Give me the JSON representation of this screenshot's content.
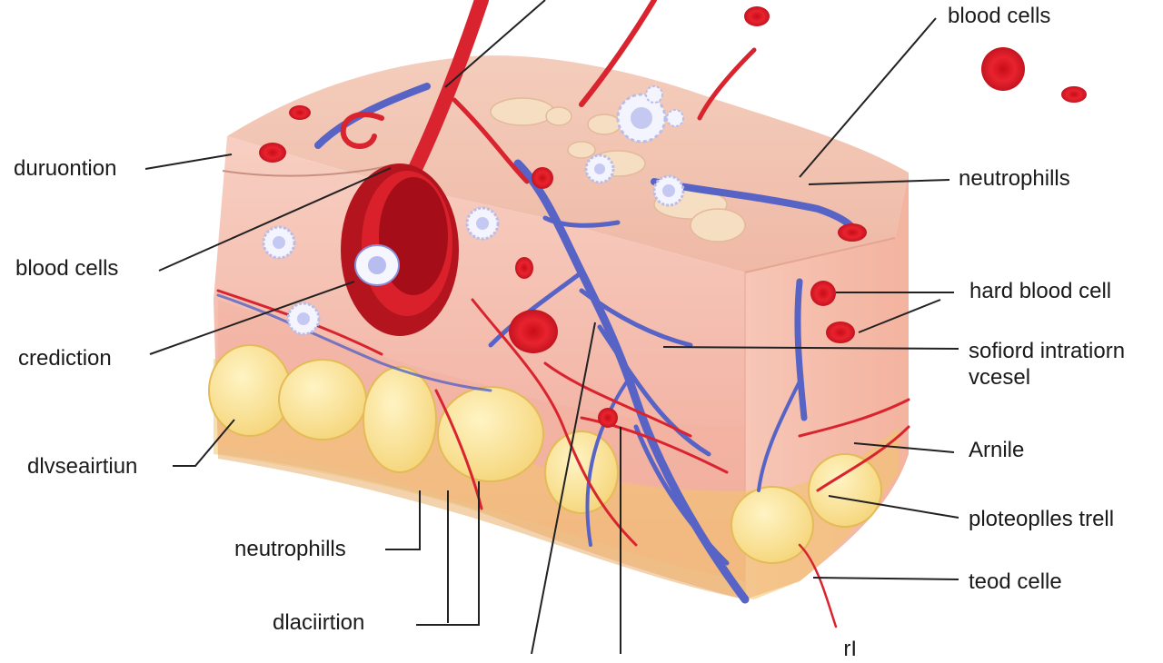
{
  "labels_left": [
    {
      "id": "left-1",
      "text": "duruontion"
    },
    {
      "id": "left-2",
      "text": "blood cells"
    },
    {
      "id": "left-3",
      "text": "crediction"
    },
    {
      "id": "left-4",
      "text": "dlvseairtiun"
    },
    {
      "id": "left-5",
      "text": "neutrophills"
    },
    {
      "id": "left-6",
      "text": "dlaciirtion"
    }
  ],
  "labels_right": [
    {
      "id": "right-1",
      "text": "blood cells"
    },
    {
      "id": "right-2",
      "text": "neutrophills"
    },
    {
      "id": "right-3",
      "text": "hard blood cell"
    },
    {
      "id": "right-4a",
      "text": "sofiord intratiorn"
    },
    {
      "id": "right-4b",
      "text": "vcesel"
    },
    {
      "id": "right-5",
      "text": "Arnile"
    },
    {
      "id": "right-6",
      "text": "ploteoplles trell"
    },
    {
      "id": "right-7",
      "text": "teod celle"
    },
    {
      "id": "bottom-1",
      "text": "  rI"
    }
  ],
  "colors": {
    "tissue_top": "#f2c6b4",
    "tissue_side": "#f6cbbd",
    "tissue_deep": "#f4b8ab",
    "fat": "#f8e08e",
    "fat_edge": "#e8c35b",
    "artery": "#d71e2a",
    "vein": "#5b66c8",
    "label_line": "#222222"
  }
}
